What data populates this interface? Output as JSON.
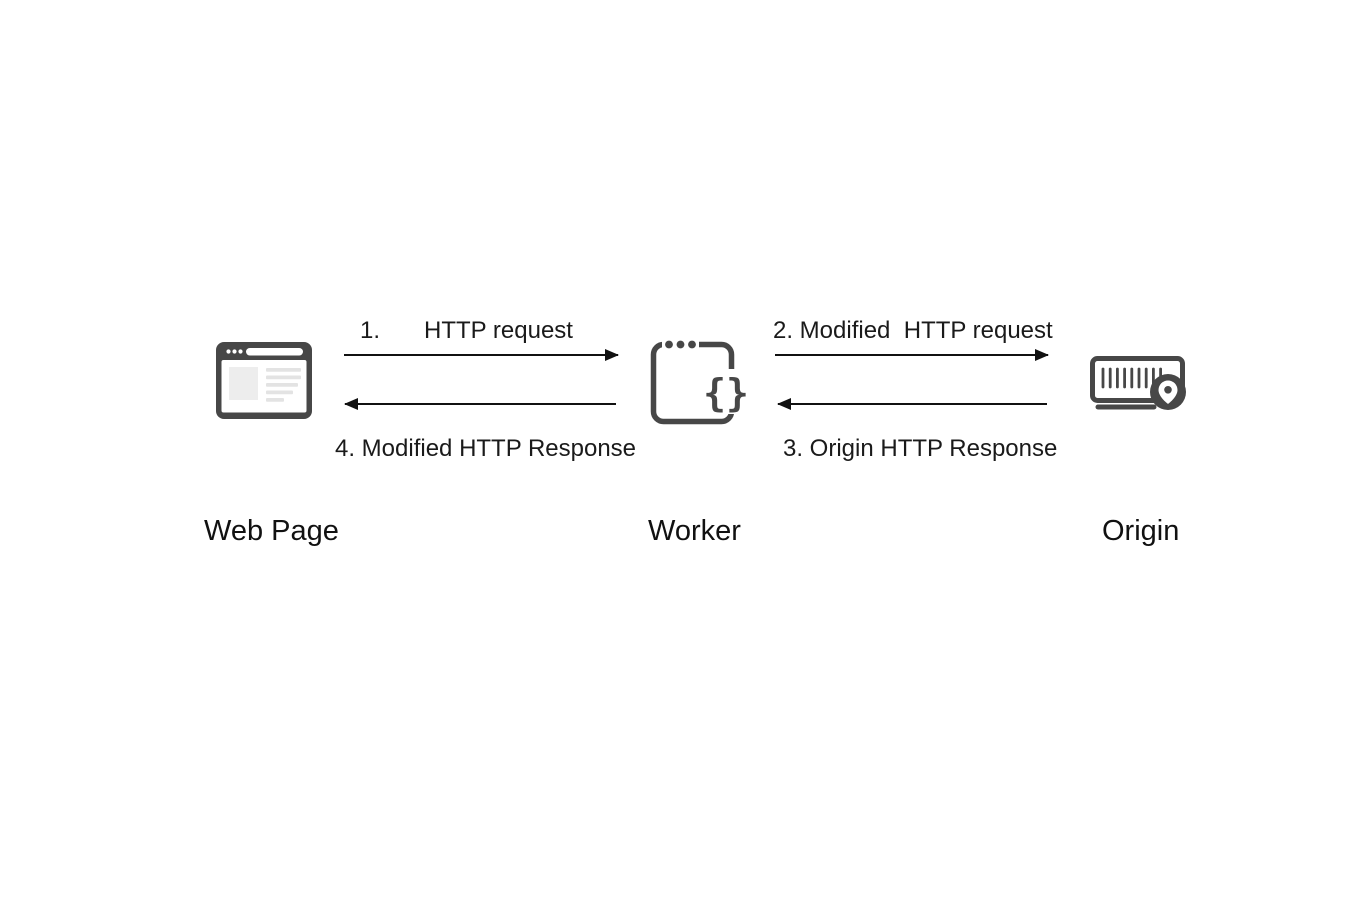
{
  "page": {
    "background": "#ffffff"
  },
  "diagram": {
    "nodes": {
      "web_page": {
        "label": "Web Page",
        "icon": "browser-window-icon"
      },
      "worker": {
        "label": "Worker",
        "icon": "code-braces-window-icon"
      },
      "origin": {
        "label": "Origin",
        "icon": "server-location-icon"
      }
    },
    "flows": {
      "step1": {
        "number": "1.",
        "label": "HTTP request",
        "direction": "right",
        "from": "Web Page",
        "to": "Worker"
      },
      "step2": {
        "label": "2. Modified  HTTP request",
        "direction": "right",
        "from": "Worker",
        "to": "Origin"
      },
      "step3": {
        "label": "3. Origin HTTP Response",
        "direction": "left",
        "from": "Origin",
        "to": "Worker"
      },
      "step4": {
        "label": "4. Modified HTTP Response",
        "direction": "left",
        "from": "Worker",
        "to": "Web Page"
      }
    },
    "colors": {
      "icon": "#474747",
      "arrow": "#111111",
      "text": "#1a1a1a",
      "icon_fill_light": "#ececec"
    }
  }
}
